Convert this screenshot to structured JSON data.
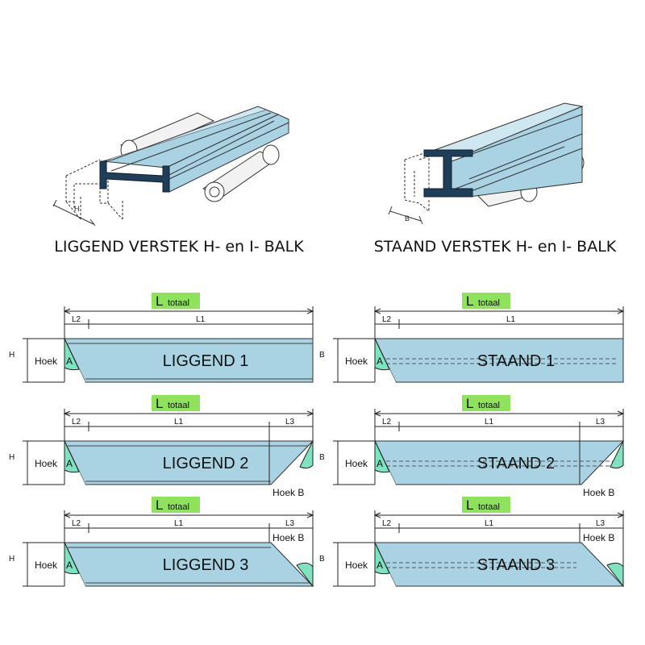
{
  "top": {
    "left_caption": "LIGGEND VERSTEK H- en I- BALK",
    "right_caption": "STAAND VERSTEK H- en I- BALK",
    "left_dim_label": "H",
    "right_dim_label": "B"
  },
  "total_label": {
    "big": "L",
    "small": "totaal"
  },
  "dim_labels": {
    "l1": "L1",
    "l2": "L2",
    "l3": "L3"
  },
  "angle_labels": {
    "a_word": "Hoek",
    "a_letter": "A",
    "b": "Hoek B"
  },
  "panels": [
    {
      "name": "LIGGEND 1",
      "side": "H"
    },
    {
      "name": "STAAND 1",
      "side": "B"
    },
    {
      "name": "LIGGEND 2",
      "side": "H"
    },
    {
      "name": "STAAND 2",
      "side": "B"
    },
    {
      "name": "LIGGEND 3",
      "side": "H"
    },
    {
      "name": "STAAND 3",
      "side": "B"
    }
  ],
  "colors": {
    "beam_fill": "#a9d3e3",
    "beam_edge": "#333333",
    "beam_dark": "#1f3e5a",
    "angle_fill": "#7fe3c0",
    "total_bg": "#8ee25c"
  }
}
